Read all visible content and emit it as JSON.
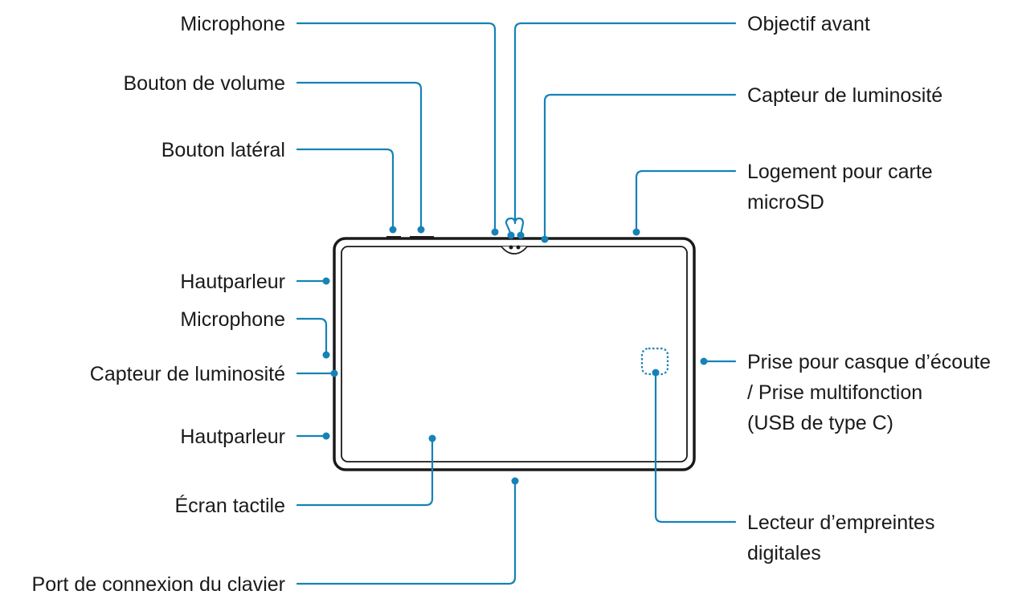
{
  "colors": {
    "leader": "#1682b7",
    "device_outline": "#1a1a1a",
    "fingerprint_outline": "#1682b7"
  },
  "labels": {
    "top_microphone": "Microphone",
    "volume_button": "Bouton de volume",
    "side_button": "Bouton latéral",
    "left_speaker_top": "Hautparleur",
    "left_microphone": "Microphone",
    "left_light_sensor": "Capteur de luminosité",
    "left_speaker_bottom": "Hautparleur",
    "touchscreen": "Écran tactile",
    "keyboard_port": "Port de connexion du clavier",
    "front_camera": "Objectif avant",
    "top_light_sensor": "Capteur de luminosité",
    "microsd_slot": [
      "Logement pour carte",
      "microSD"
    ],
    "headset_jack": [
      "Prise pour casque d’écoute",
      "/ Prise multifonction",
      "(USB de type C)"
    ],
    "fingerprint_reader": [
      "Lecteur d’empreintes",
      "digitales"
    ]
  }
}
